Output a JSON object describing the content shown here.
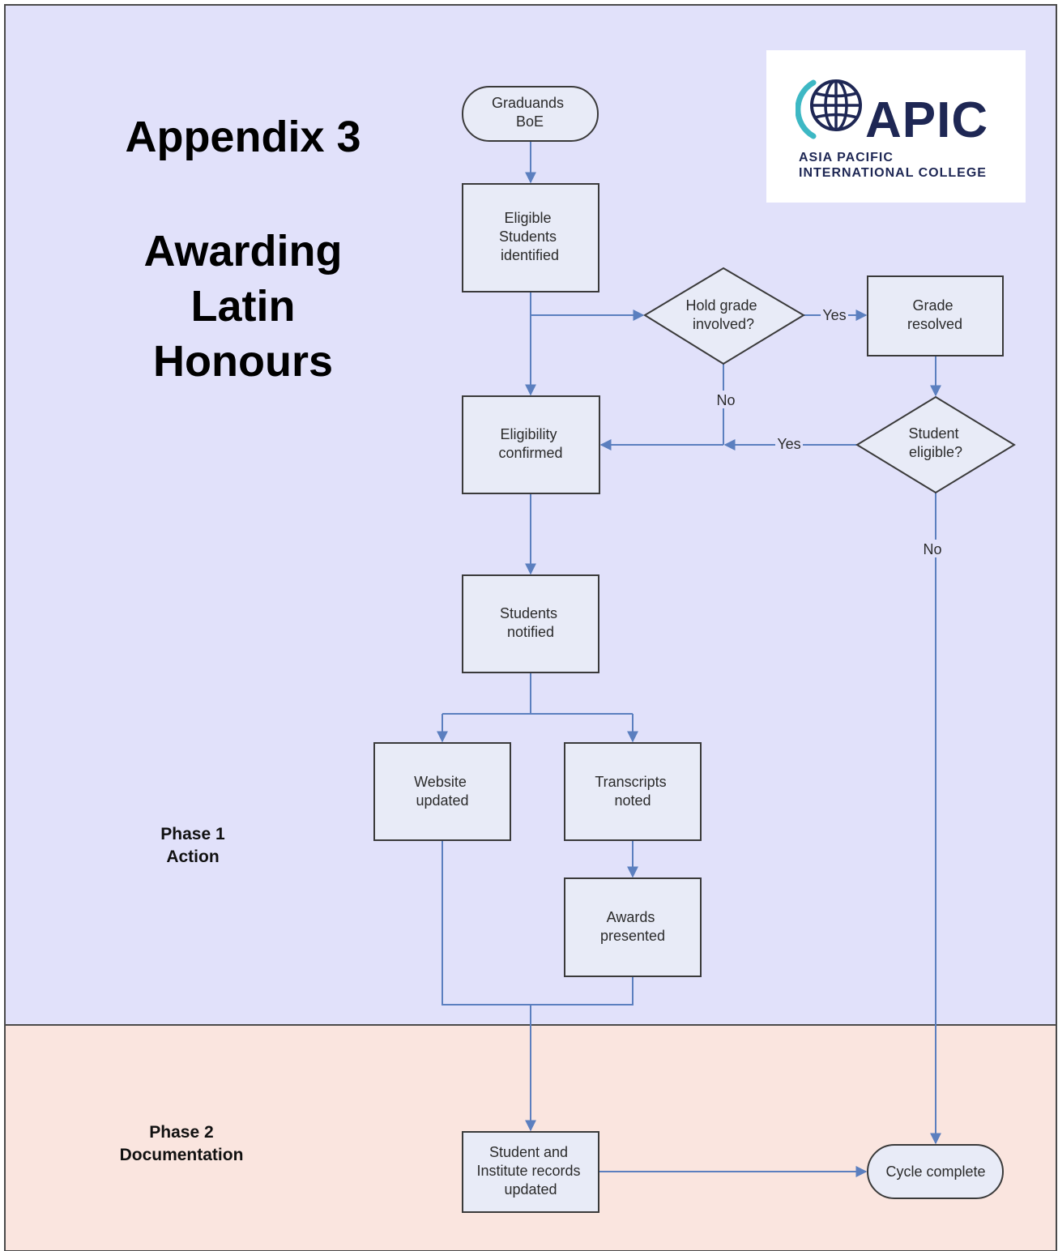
{
  "title": {
    "appendix": "Appendix 3",
    "main_lines": [
      "Awarding",
      "Latin",
      "Honours"
    ]
  },
  "logo": {
    "word": "APIC",
    "line1": "ASIA PACIFIC",
    "line2": "INTERNATIONAL COLLEGE"
  },
  "phases": {
    "phase1": [
      "Phase 1",
      "Action"
    ],
    "phase2": [
      "Phase 2",
      "Documentation"
    ]
  },
  "colors": {
    "phase1_band": "#e1e1fa",
    "phase2_band": "#fae5df",
    "box_fill": "#e8ebf7",
    "connector": "#5b7fbf",
    "logo_navy": "#1e2754",
    "logo_teal": "#3db8c4"
  },
  "nodes": {
    "graduands": [
      "Graduands",
      "BoE"
    ],
    "eligible": [
      "Eligible",
      "Students",
      "identified"
    ],
    "hold_grade": [
      "Hold grade",
      "involved?"
    ],
    "grade_resolved": [
      "Grade",
      "resolved"
    ],
    "eligibility_confirmed": [
      "Eligibility",
      "confirmed"
    ],
    "student_eligible": [
      "Student",
      "eligible?"
    ],
    "students_notified": [
      "Students",
      "notified"
    ],
    "website_updated": [
      "Website",
      "updated"
    ],
    "transcripts_noted": [
      "Transcripts",
      "noted"
    ],
    "awards_presented": [
      "Awards",
      "presented"
    ],
    "records_updated": [
      "Student and",
      "Institute records",
      "updated"
    ],
    "cycle_complete": [
      "Cycle complete"
    ]
  },
  "edge_labels": {
    "hold_yes": "Yes",
    "hold_no": "No",
    "eligible_yes": "Yes",
    "eligible_no": "No"
  }
}
